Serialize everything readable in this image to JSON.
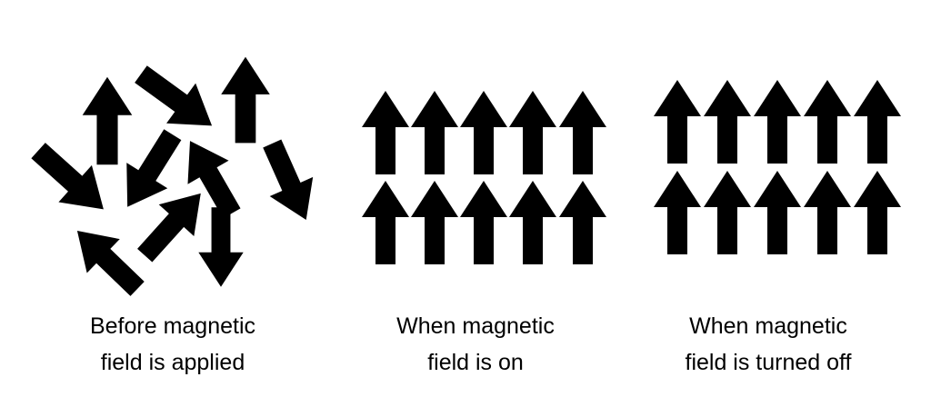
{
  "panels": [
    {
      "caption_line1": "Before magnetic",
      "caption_line2": "field is applied",
      "state": "random"
    },
    {
      "caption_line1": "When magnetic",
      "caption_line2": "field is on",
      "state": "aligned"
    },
    {
      "caption_line1": "When magnetic",
      "caption_line2": "field is turned off",
      "state": "aligned"
    }
  ],
  "colors": {
    "arrow": "#000000",
    "background": "#ffffff"
  },
  "icons": {
    "arrow": "arrow-icon"
  }
}
